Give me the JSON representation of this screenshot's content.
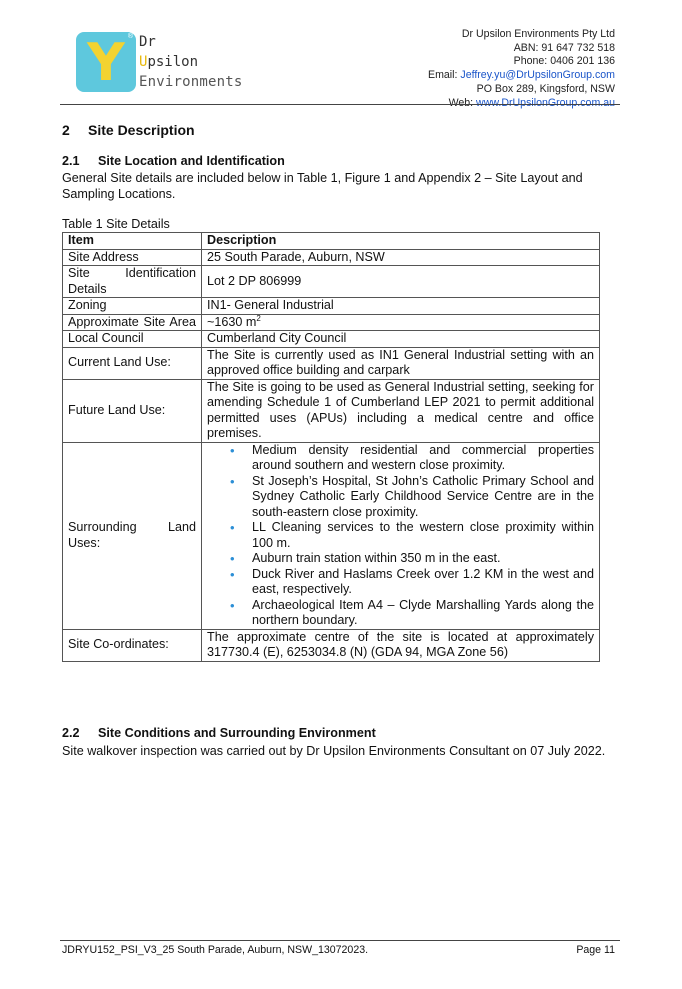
{
  "logo": {
    "icon": "y-logo-icon",
    "mark_letter": "Y",
    "mark_reg": "®",
    "line1": "Dr",
    "line2_first": "U",
    "line2_rest": "psilon",
    "line3": "Environments",
    "colors": {
      "mark": "#5ec8dd",
      "letter": "#f3d331"
    }
  },
  "company": {
    "name": "Dr Upsilon Environments Pty Ltd",
    "abn": "ABN: 91 647 732 518",
    "phone": "Phone: 0406 201 136",
    "email_label": "Email: ",
    "email": "Jeffrey.yu@DrUpsilonGroup.com",
    "po_box": "PO Box 289, Kingsford, NSW",
    "web_label": "Web: ",
    "web": "www.DrUpsilonGroup.com.au",
    "link_color": "#1a55c9"
  },
  "section": {
    "number": "2",
    "title": "Site Description"
  },
  "sub1": {
    "number": "2.1",
    "title": "Site Location and Identification",
    "text": "General Site details are included below in Table 1, Figure 1 and Appendix 2 – Site Layout and Sampling Locations."
  },
  "table": {
    "caption": "Table 1 Site Details",
    "header": {
      "item": "Item",
      "description": "Description"
    },
    "rows": {
      "address": {
        "item": "Site Address",
        "desc": "25 South Parade, Auburn, NSW"
      },
      "ident": {
        "item": "Site Identification Details",
        "desc": "Lot 2 DP 806999"
      },
      "zoning": {
        "item": "Zoning",
        "desc": "IN1- General Industrial"
      },
      "area": {
        "item": "Approximate Site Area",
        "desc": "~1630 m",
        "sup": "2"
      },
      "council": {
        "item": "Local Council",
        "desc": "Cumberland City Council"
      },
      "current": {
        "item": "Current Land Use:",
        "desc": "The Site is currently used as IN1 General Industrial setting with an approved office building and carpark"
      },
      "future": {
        "item": "Future Land Use:",
        "desc": "The Site is going to be used as General Industrial setting, seeking for amending Schedule 1 of Cumberland LEP 2021 to permit additional permitted uses (APUs) including a medical centre and office premises."
      },
      "surrounding": {
        "item": "Surrounding Land Uses:",
        "bullet": "•",
        "bullet_color": "#2c8fd6",
        "items": [
          "Medium density residential and commercial properties around southern and western close proximity.",
          "St Joseph’s Hospital, St John’s Catholic Primary School and Sydney Catholic Early Childhood Service Centre are in the south-eastern close proximity.",
          "LL Cleaning services to the western close proximity within 100 m.",
          "Auburn train station within 350 m in the east.",
          "Duck River and Haslams Creek over 1.2 KM in the west and east, respectively.",
          "Archaeological Item A4 – Clyde Marshalling Yards along the northern boundary."
        ]
      },
      "coords": {
        "item": "Site Co-ordinates:",
        "desc": "The approximate centre of the site is located at approximately 317730.4 (E), 6253034.8 (N) (GDA 94, MGA Zone 56)"
      }
    }
  },
  "sub2": {
    "number": "2.2",
    "title": "Site Conditions and Surrounding Environment",
    "text": "Site walkover inspection was carried out by Dr Upsilon Environments Consultant on 07 July 2022."
  },
  "footer": {
    "doc_ref": "JDRYU152_PSI_V3_25 South Parade, Auburn, NSW_13072023.",
    "page": "Page 11"
  }
}
